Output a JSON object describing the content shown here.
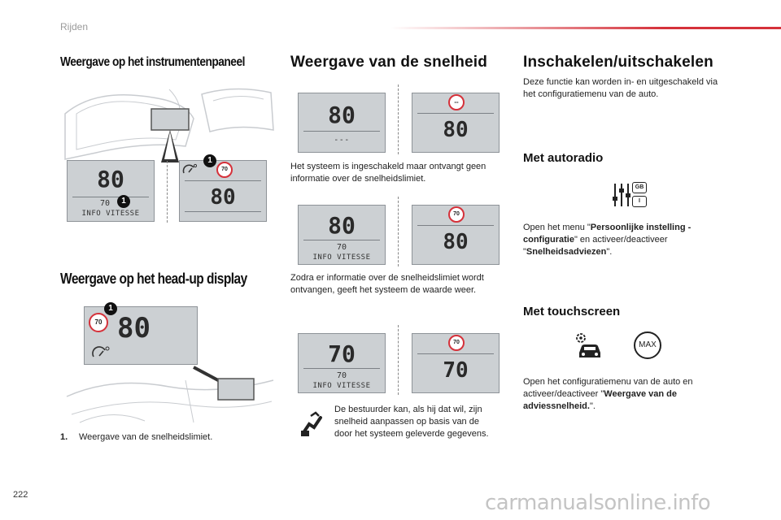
{
  "header": {
    "section": "Rijden"
  },
  "footer": {
    "page_number": "222",
    "watermark": "carmanualsonline.info"
  },
  "col1": {
    "title_panel": "Weergave op het instrumentenpaneel",
    "title_hud": "Weergave op het head-up display",
    "callout": "1",
    "lcd_main": {
      "speed": "80",
      "info": "INFO VITESSE",
      "limit": "70"
    },
    "lcd_right": {
      "speed": "80",
      "limit_badge": "70"
    },
    "hud": {
      "speed": "80",
      "limit_badge": "70"
    },
    "note_number": "1.",
    "note_text": "Weergave van de snelheidslimiet."
  },
  "col2": {
    "title": "Weergave van de snelheid",
    "row1": {
      "left_speed": "80",
      "left_dashes": "---",
      "right_speed": "80",
      "right_badge": "--"
    },
    "text1": "Het systeem is ingeschakeld maar ontvangt geen informatie over de snelheidslimiet.",
    "row2": {
      "left_speed": "80",
      "left_limit": "70",
      "left_info": "INFO VITESSE",
      "right_speed": "80",
      "right_badge": "70"
    },
    "text2": "Zodra er informatie over de snelheidslimiet wordt ontvangen, geeft het systeem de waarde weer.",
    "row3": {
      "left_speed": "70",
      "left_limit": "70",
      "left_info": "INFO VITESSE",
      "right_speed": "70",
      "right_badge": "70"
    },
    "text3": "De bestuurder kan, als hij dat wil, zijn snelheid aanpassen op basis van de door het systeem geleverde gegevens."
  },
  "col3": {
    "title": "Inschakelen/uitschakelen",
    "intro": "Deze functie kan worden in- en uitgeschakeld via het configuratiemenu van de auto.",
    "autoradio_title": "Met autoradio",
    "autoradio_icon_top": "GB",
    "autoradio_icon_bottom": "I",
    "autoradio_text_1": "Open het menu \"",
    "autoradio_bold_1": "Persoonlijke instelling - configuratie",
    "autoradio_text_2": "\" en activeer/deactiveer \"",
    "autoradio_bold_2": "Snelheidsadviezen",
    "autoradio_text_3": "\".",
    "touch_title": "Met touchscreen",
    "max_label": "MAX",
    "touch_text_1": "Open het configuratiemenu van de auto en activeer/deactiveer \"",
    "touch_bold": "Weergave van de adviessnelheid.",
    "touch_text_2": "\"."
  },
  "colors": {
    "accent_red": "#d5313a",
    "lcd_bg": "#ccd0d3",
    "section_label": "#9a9a9a"
  }
}
